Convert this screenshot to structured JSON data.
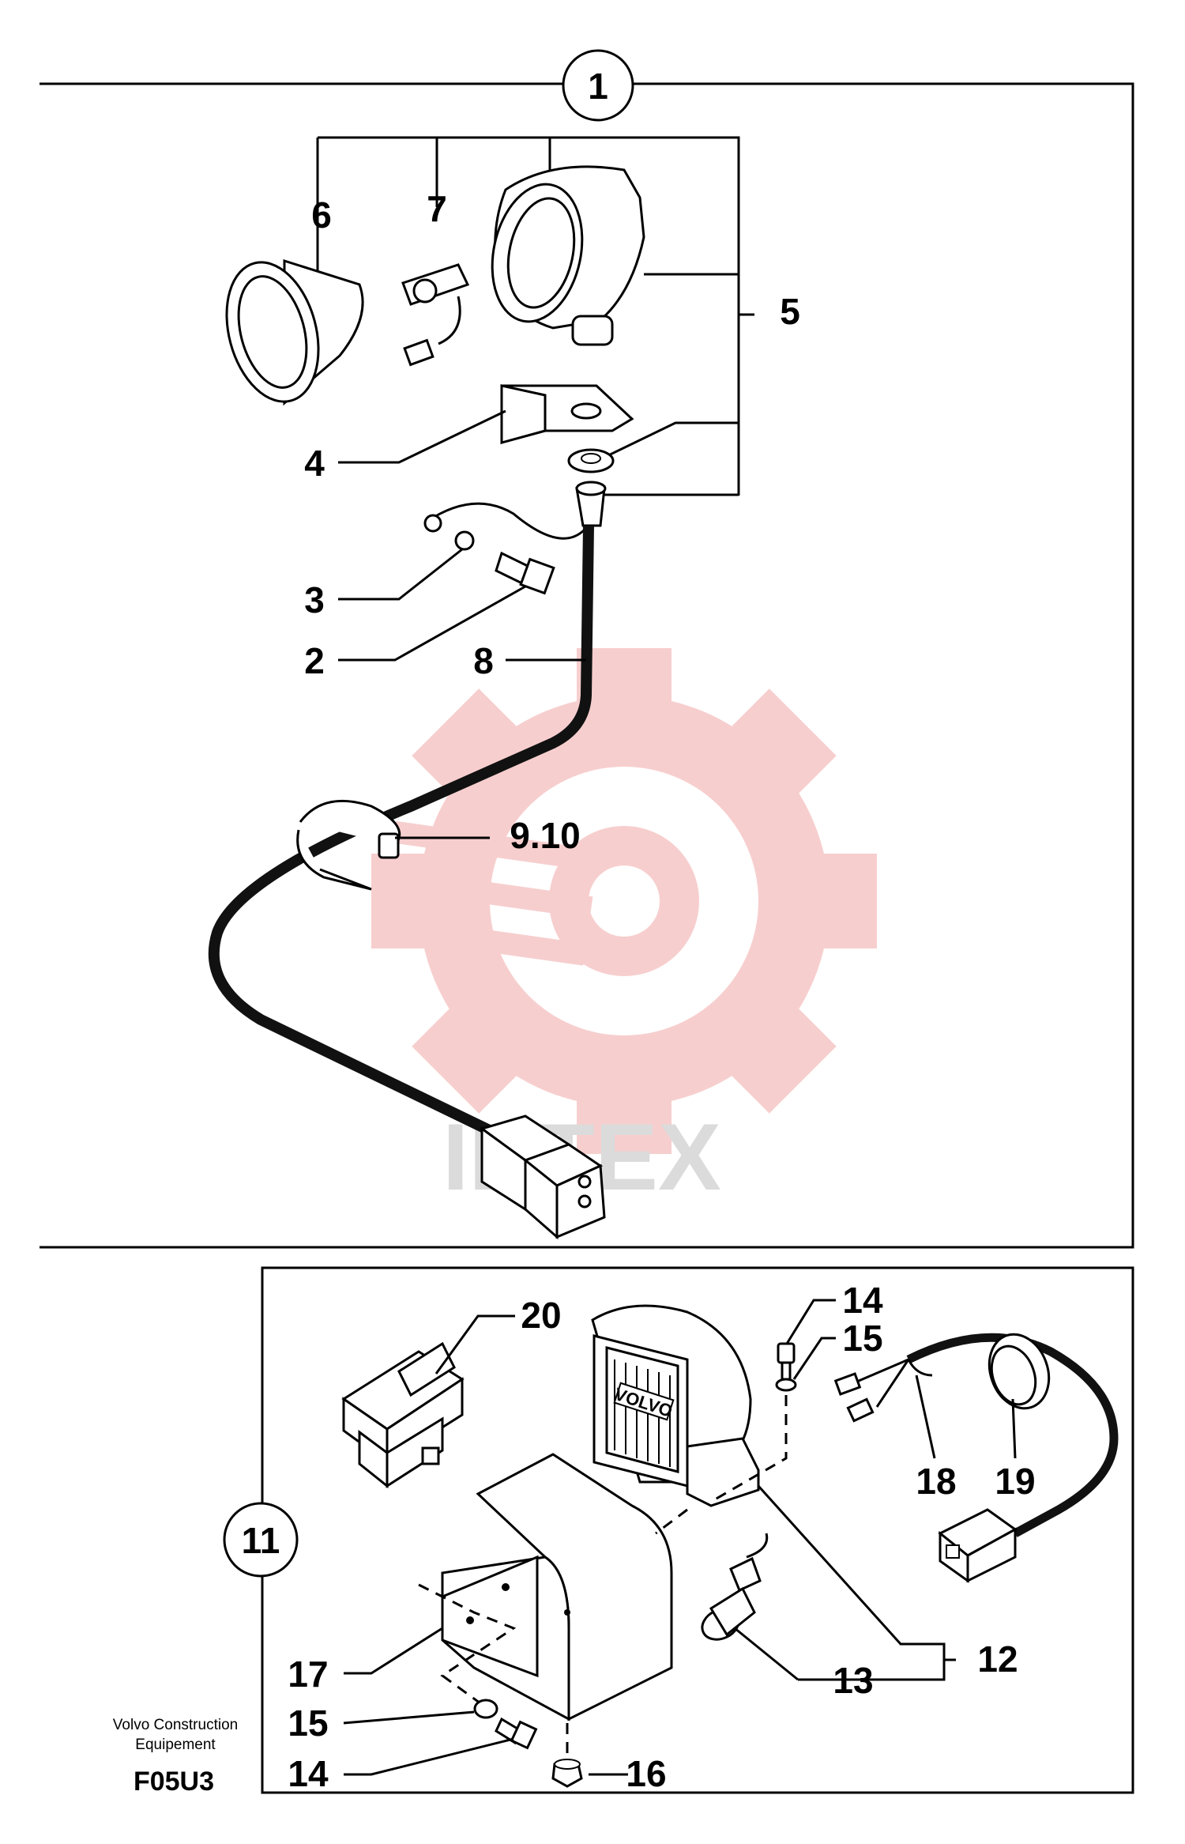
{
  "diagram": {
    "circled_refs": [
      "1",
      "11"
    ],
    "callouts_panel_1": [
      "6",
      "7",
      "5",
      "4",
      "3",
      "2",
      "8",
      "9.10"
    ],
    "callouts_panel_11": [
      "20",
      "14",
      "15",
      "18",
      "19",
      "12",
      "13",
      "17",
      "15",
      "14",
      "16"
    ],
    "manufacturer_line1": "Volvo Construction",
    "manufacturer_line2": "Equipement",
    "figure_code": "F05U3",
    "lamp_logo": "VOLVO",
    "watermark_text": "IИTEX"
  },
  "colors": {
    "line": "#000000",
    "watermark_gear": "#f7c9c9",
    "watermark_text": "#d8d8d8"
  }
}
